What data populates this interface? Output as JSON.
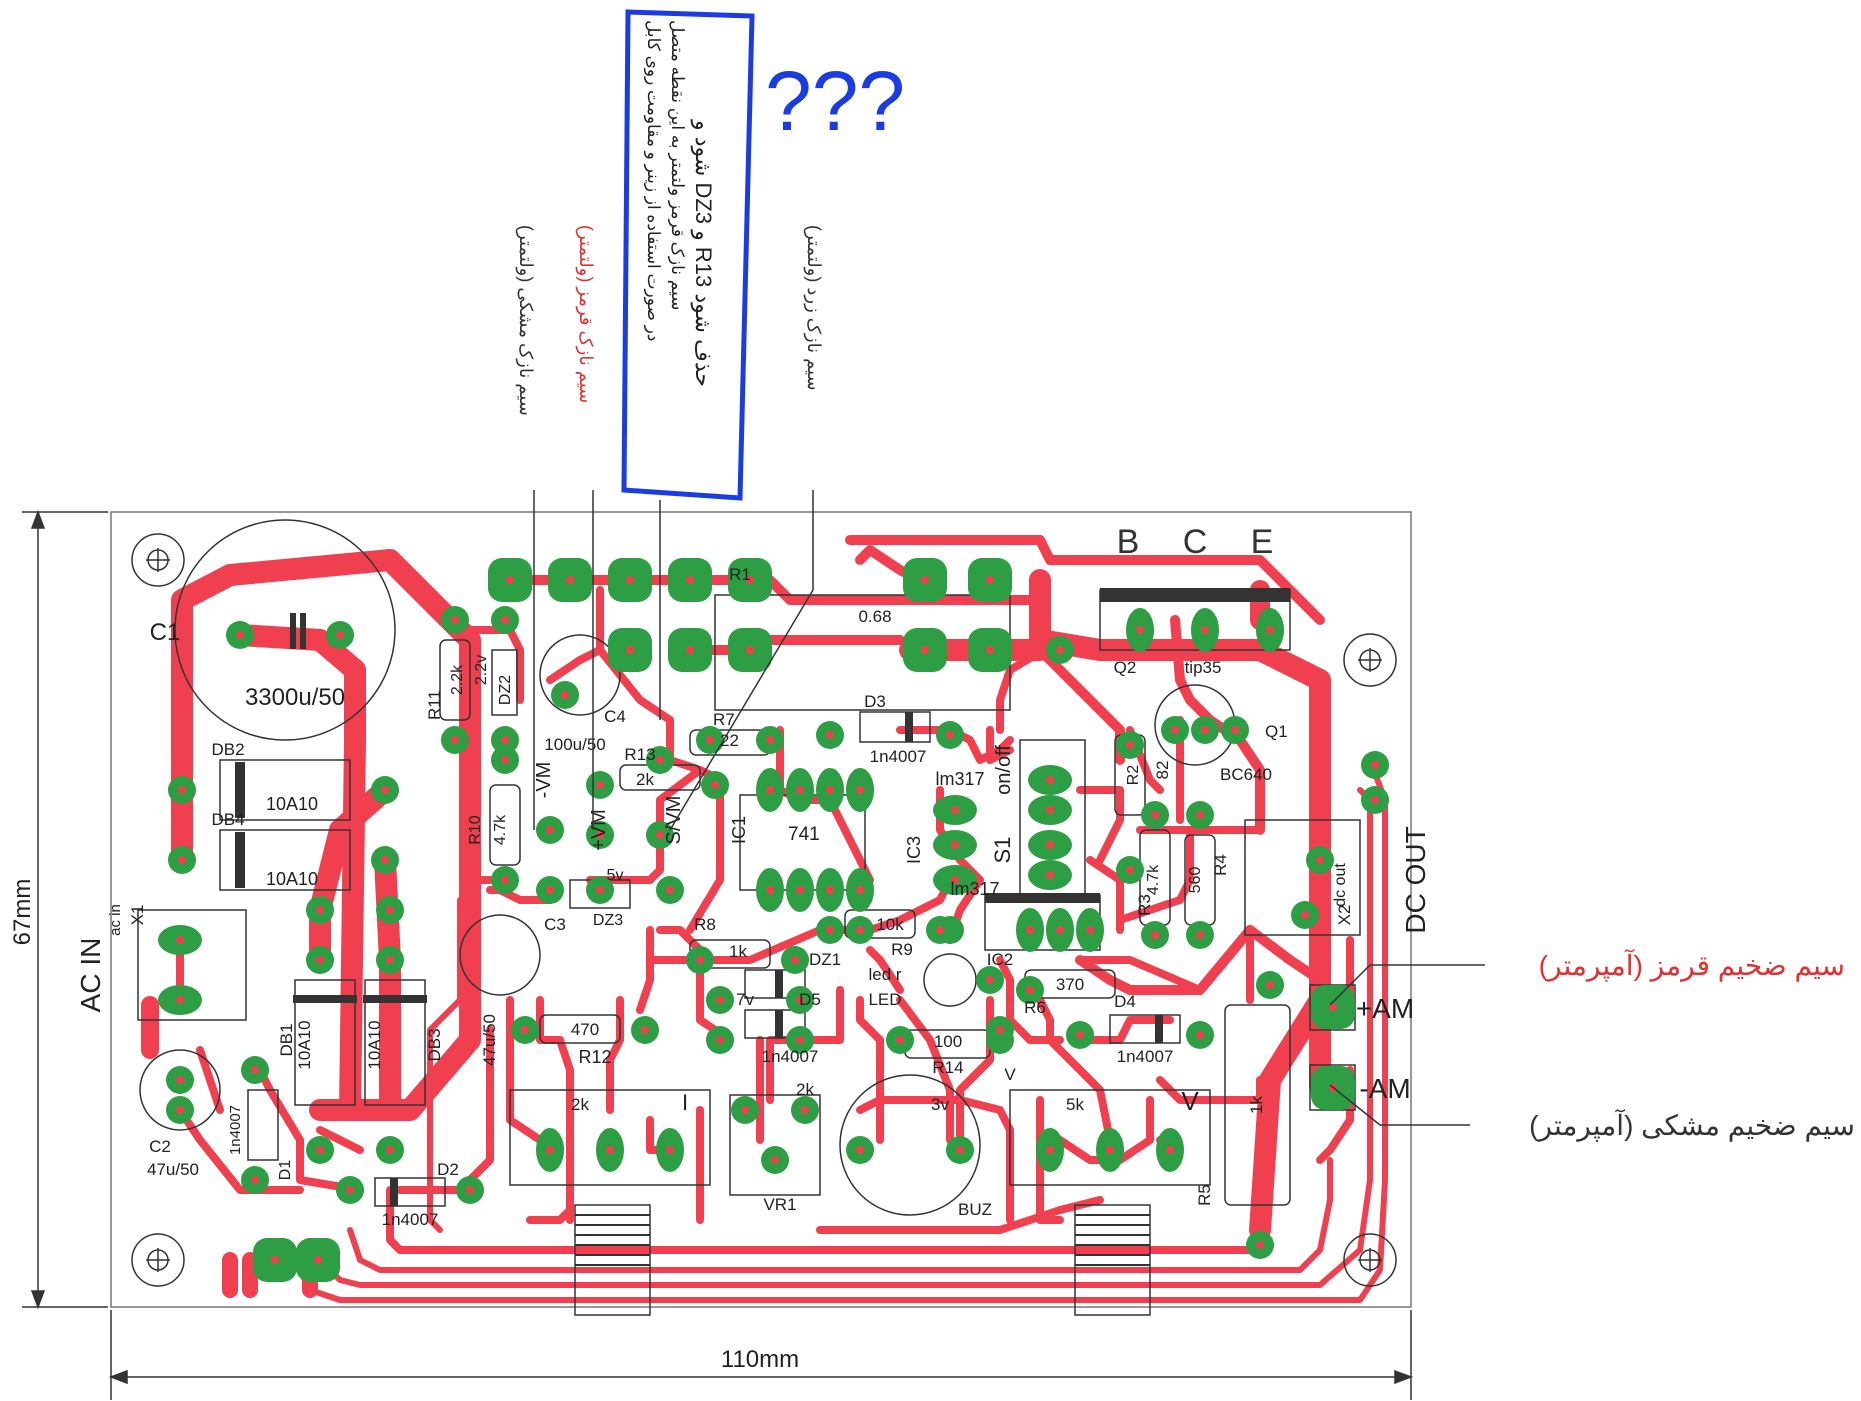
{
  "dimensions": {
    "width": "110mm",
    "height": "67mm"
  },
  "side_labels": {
    "ac_in": "AC IN",
    "dc_out": "DC OUT"
  },
  "question_marks": "???",
  "note_box": {
    "lines": [
      "در صورت استفاده از زینر و مقاومت روی کابل",
      "سیم نازک قرمز ولتمتر به این نقطه متصل",
      "شود و DZ3 و R13 حذف شود"
    ]
  },
  "wire_labels": [
    {
      "text": "سیم نازک مشکی (ولتمتر)",
      "color": "#333333"
    },
    {
      "text": "سیم نازک قرمز (ولتمتر)",
      "color": "#e03030"
    },
    {
      "text": "سیم نازک زرد (ولتمتر)",
      "color": "#333333"
    }
  ],
  "ammeter_labels": {
    "red": "سیم ضخیم قرمز (آمپرمتر)",
    "black": "سیم ضخیم مشکی (آمپرمتر)"
  },
  "transistor_pins": [
    "B",
    "C",
    "E"
  ],
  "components": [
    "C1",
    "3300u/50",
    "DB2",
    "DB4",
    "10A10",
    "10A10",
    "R11",
    "2.2k",
    "2.2v",
    "DZ2",
    "100u/50",
    "C4",
    "R13",
    "2k",
    "R7",
    "22",
    "R10",
    "4.7k",
    "-VM",
    "+VM",
    "S/VM",
    "5v",
    "DZ3",
    "C3",
    "R1",
    "0.68",
    "D3",
    "1n4007",
    "IC1",
    "741",
    "lm317",
    "on/off",
    "IC3",
    "S1",
    "lm317",
    "Q2",
    "tip35",
    "Q1",
    "BC640",
    "R2",
    "82",
    "R3",
    "4.7k",
    "560",
    "R4",
    "X2",
    "dc out",
    "ac in",
    "X1",
    "DB1",
    "DB3",
    "10A10",
    "10A10",
    "47u/50",
    "R12",
    "470",
    "R8",
    "1k",
    "DZ1",
    "D5",
    "7v",
    "1n4007",
    "10k",
    "R9",
    "led r",
    "LED",
    "IC2",
    "370",
    "R6",
    "D4",
    "1n4007",
    "100",
    "R14",
    "C2",
    "47u/50",
    "1n4007",
    "D1",
    "D2",
    "1n4007",
    "2k",
    "I",
    "2k",
    "VR1",
    "3v",
    "BUZ",
    "V",
    "5k",
    "V",
    "R5",
    "1k",
    "+AM",
    "-AM"
  ],
  "colors": {
    "trace": "#f04050",
    "pad": "#2e9e44",
    "outline": "#333333",
    "note_border": "#1a3ce0",
    "question": "#1a3ce0",
    "label_red": "#e03030"
  }
}
